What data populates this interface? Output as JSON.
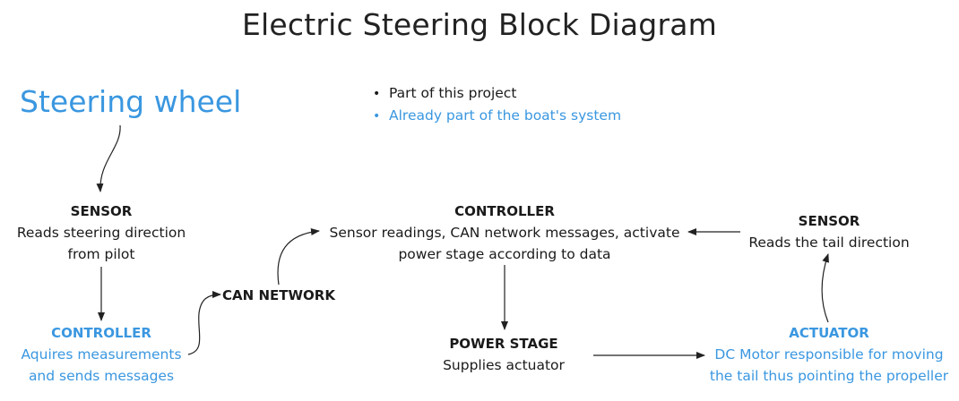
{
  "diagram": {
    "title": "Electric Steering Block Diagram",
    "colors": {
      "project": "#1a1a1a",
      "boat_system": "#3a97e0",
      "edge": "#222222"
    },
    "legend": [
      {
        "bullet": "•",
        "label": "Part of this project",
        "category": "project"
      },
      {
        "bullet": "•",
        "label": "Already part of the boat's system",
        "category": "boat_system"
      }
    ],
    "nodes": {
      "steering_wheel": {
        "label": "Steering wheel",
        "category": "boat_system"
      },
      "sensor_wheel": {
        "heading": "SENSOR",
        "lines": [
          "Reads steering direction",
          "from pilot"
        ],
        "category": "project"
      },
      "controller_wheel": {
        "heading": "CONTROLLER",
        "lines": [
          "Aquires measurements",
          "and sends messages"
        ],
        "category": "boat_system"
      },
      "can_network": {
        "heading": "CAN NETWORK",
        "category": "project"
      },
      "controller_main": {
        "heading": "CONTROLLER",
        "lines": [
          "Sensor readings, CAN network messages, activate",
          "power stage according to data"
        ],
        "category": "project"
      },
      "power_stage": {
        "heading": "POWER STAGE",
        "lines": [
          "Supplies actuator"
        ],
        "category": "project"
      },
      "actuator": {
        "heading": "ACTUATOR",
        "lines": [
          "DC Motor responsible for moving",
          "the tail thus pointing the propeller"
        ],
        "category": "boat_system"
      },
      "sensor_tail": {
        "heading": "SENSOR",
        "lines": [
          "Reads the tail direction"
        ],
        "category": "project"
      }
    },
    "edges": [
      {
        "from": "steering_wheel",
        "to": "sensor_wheel"
      },
      {
        "from": "sensor_wheel",
        "to": "controller_wheel"
      },
      {
        "from": "controller_wheel",
        "to": "can_network"
      },
      {
        "from": "can_network",
        "to": "controller_main"
      },
      {
        "from": "controller_main",
        "to": "power_stage"
      },
      {
        "from": "power_stage",
        "to": "actuator"
      },
      {
        "from": "actuator",
        "to": "sensor_tail"
      },
      {
        "from": "sensor_tail",
        "to": "controller_main"
      }
    ]
  }
}
